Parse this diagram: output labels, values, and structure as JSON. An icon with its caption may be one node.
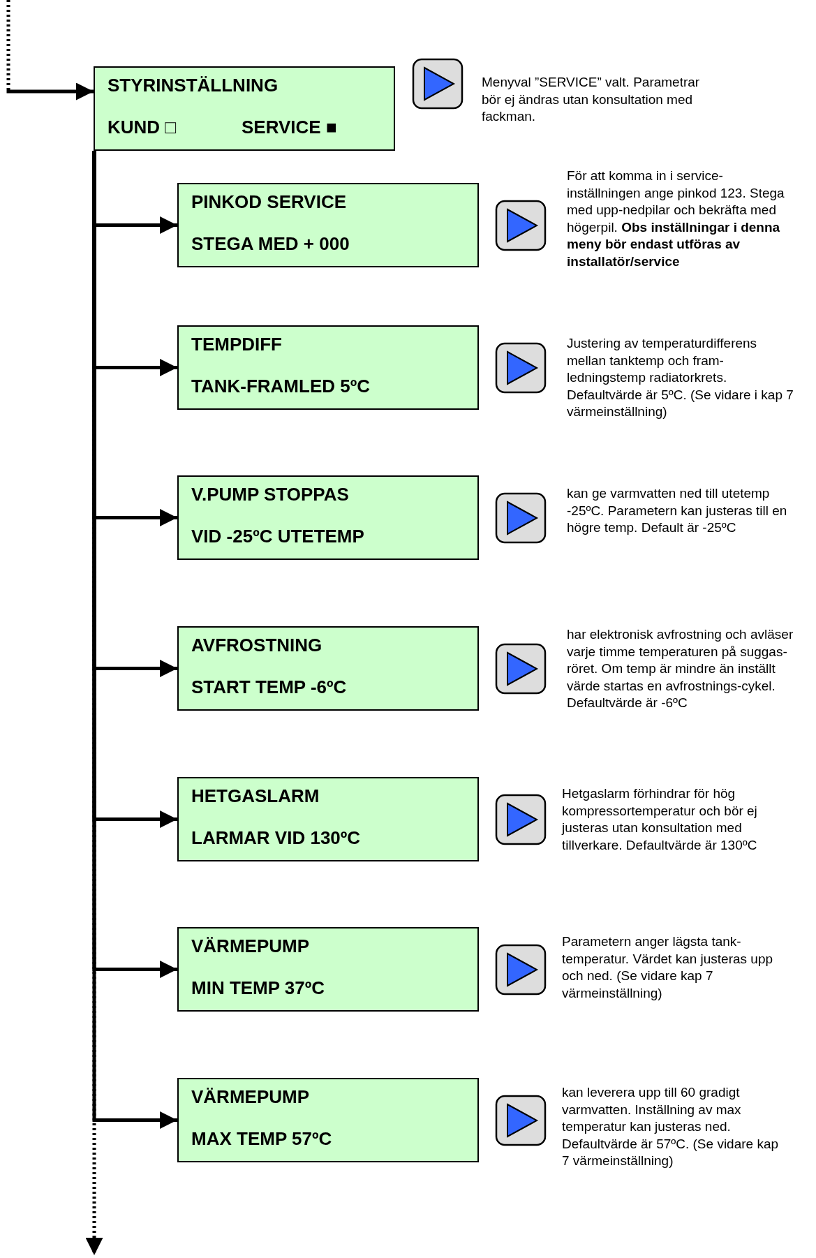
{
  "diagram": {
    "nodes": [
      {
        "text": [
          "STYRINSTÄLLNING",
          "KUND □",
          "SERVICE ■"
        ]
      },
      {
        "text": [],
        "shape": "button",
        "beside": [
          "Menyval ”SERVICE” valt. Parametrar bör ej ändras utan konsultation med fackman."
        ]
      },
      {
        "text": [
          "PINKOD SERVICE",
          "STEGA MED + 000"
        ]
      },
      {
        "text": [],
        "shape": "button",
        "beside": [
          "För att komma in i service-inställningen  ange pinkod 123. Stega med upp-nedpilar och bekräfta med högerpil. **Obs inställningar i denna meny bör endast utföras av installatör/service**"
        ]
      },
      {
        "text": [
          "TEMPDIFF",
          "TANK-FRAMLED 5ºC"
        ]
      },
      {
        "text": [],
        "shape": "button",
        "beside": [
          "Justering av temperaturdifferens mellan tanktemp och fram-ledningstemp radiatorkrets. Defaultvärde är 5ºC. (Se vidare i kap 7 värmeinställning)"
        ]
      },
      {
        "text": [
          "V.PUMP STOPPAS",
          "VID -25ºC UTETEMP"
        ]
      },
      {
        "text": [],
        "shape": "button",
        "beside": [
          "kan ge varmvatten ned till utetemp -25ºC. Parametern kan justeras till en högre temp. Default är -25ºC"
        ]
      },
      {
        "text": [
          "AVFROSTNING",
          "START TEMP -6ºC"
        ]
      },
      {
        "text": [],
        "shape": "button",
        "beside": [
          "har elektronisk avfrostning och avläser varje timme temperaturen på suggas-röret. Om temp är mindre än inställt värde startas en avfrostnings-cykel. Defaultvärde är -6ºC"
        ]
      },
      {
        "text": [
          "HETGASLARM",
          "LARMAR VID 130ºC"
        ]
      },
      {
        "text": [],
        "shape": "button",
        "beside": [
          "Hetgaslarm förhindrar för hög kompressortemperatur och bör ej justeras utan konsultation med tillverkare. Defaultvärde är 130ºC"
        ]
      },
      {
        "text": [
          "VÄRMEPUMP",
          "MIN TEMP 37ºC"
        ]
      },
      {
        "text": [],
        "shape": "button",
        "beside": [
          "Parametern anger lägsta tank-temperatur. Värdet kan justeras upp och ned. (Se vidare kap 7 värmeinställning)"
        ]
      },
      {
        "text": [
          "VÄRMEPUMP",
          "MAX TEMP 57ºC"
        ]
      },
      {
        "text": [],
        "shape": "button",
        "beside": [
          "kan leverera upp till 60 gradigt varmvatten. Inställning av max temperatur kan justeras ned. Defaultvärde är 57ºC. (Se vidare kap 7 värmeinställning)"
        ]
      }
    ],
    "edges": [
      {
        "from": null,
        "to": 0,
        "arrow": "to",
        "style": "dashed"
      },
      {
        "from": 0,
        "to": 2,
        "arrow": "to"
      },
      {
        "from": 0,
        "to": 4,
        "arrow": "to"
      },
      {
        "from": 0,
        "to": 6,
        "arrow": "to"
      },
      {
        "from": 0,
        "to": 8,
        "arrow": "to"
      },
      {
        "from": 0,
        "to": 10,
        "arrow": "to"
      },
      {
        "from": 0,
        "to": 12,
        "arrow": "to"
      },
      {
        "from": 0,
        "to": 14,
        "arrow": "to"
      },
      {
        "from": 0,
        "to": null,
        "arrow": "to",
        "style": "dashed"
      }
    ]
  }
}
